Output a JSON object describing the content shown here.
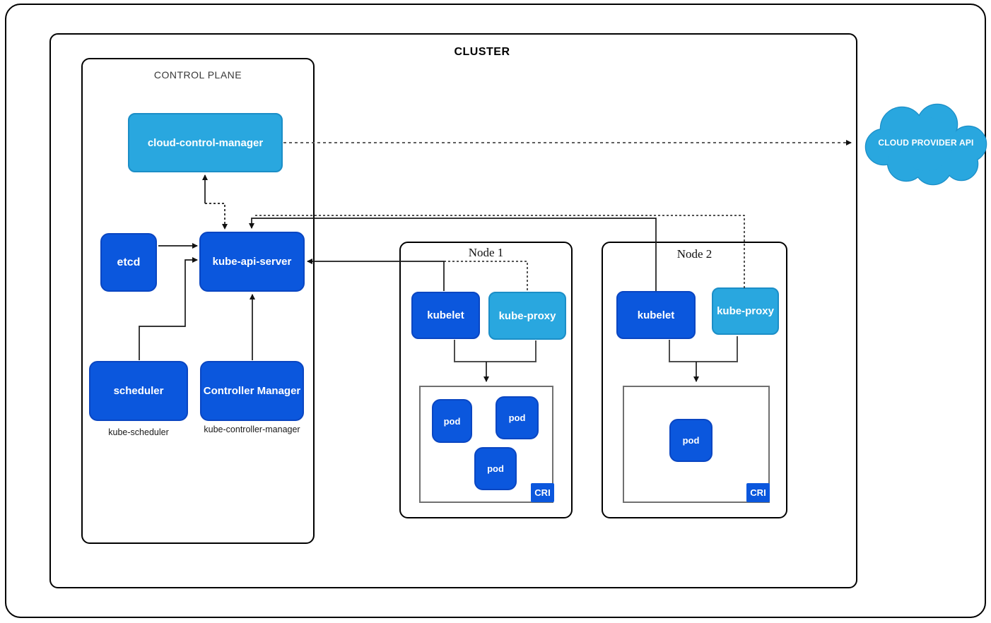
{
  "diagram": {
    "cluster_title": "CLUSTER",
    "control_plane": {
      "label": "CONTROL PLANE",
      "cloud_control_manager": "cloud-control-manager",
      "etcd": "etcd",
      "kube_api_server": "kube-api-server",
      "scheduler": "scheduler",
      "scheduler_sublabel": "kube-scheduler",
      "controller_manager": "Controller Manager",
      "controller_manager_sublabel": "kube-controller-manager"
    },
    "nodes": [
      {
        "title": "Node 1",
        "kubelet": "kubelet",
        "kube_proxy": "kube-proxy",
        "pods": [
          "pod",
          "pod",
          "pod"
        ],
        "cri_label": "CRI"
      },
      {
        "title": "Node 2",
        "kubelet": "kubelet",
        "kube_proxy": "kube-proxy",
        "pods": [
          "pod"
        ],
        "cri_label": "CRI"
      }
    ],
    "cloud_provider_api": "CLOUD PROVIDER API",
    "colors": {
      "dark_blue": "#0b57dd",
      "dark_blue_border": "#0a46c2",
      "light_blue": "#29a7df",
      "light_blue_border": "#1b8ec7",
      "line": "#1a1a1a"
    }
  }
}
